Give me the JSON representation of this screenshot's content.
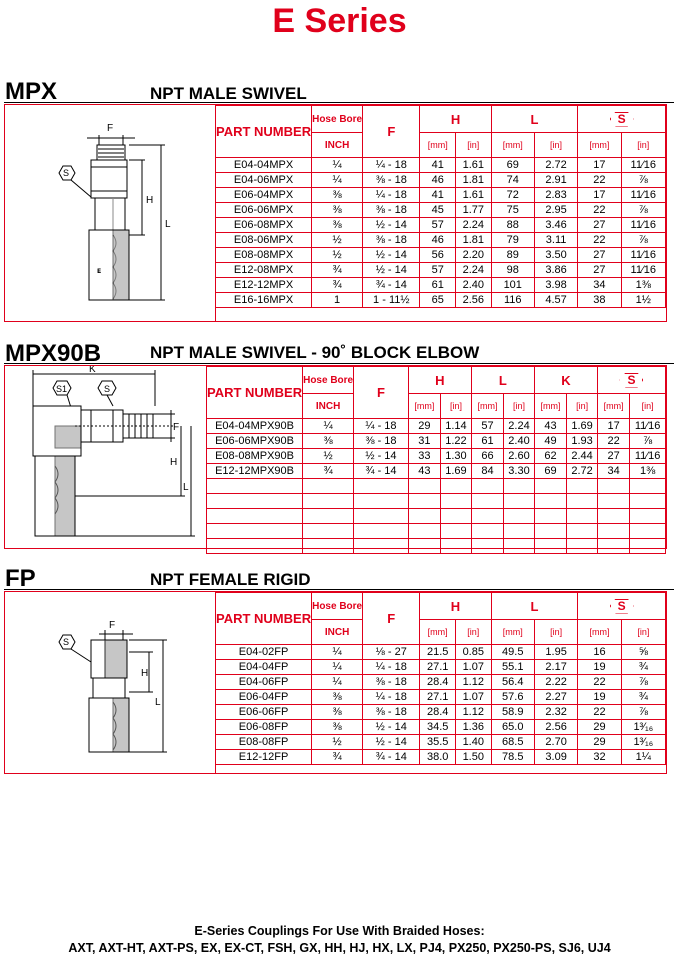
{
  "title": "E Series",
  "common": {
    "part_number": "PART NUMBER",
    "hose_bore": "Hose Bore",
    "inch": "INCH",
    "F": "F",
    "H": "H",
    "L": "L",
    "K": "K",
    "S": "S",
    "mm": "[mm]",
    "in": "[in]"
  },
  "mpx": {
    "code": "MPX",
    "desc": "NPT MALE SWIVEL",
    "rows": [
      [
        "E04-04MPX",
        "¼",
        "¼ - 18",
        "41",
        "1.61",
        "69",
        "2.72",
        "17",
        "11⁄16"
      ],
      [
        "E04-06MPX",
        "¼",
        "⅜ - 18",
        "46",
        "1.81",
        "74",
        "2.91",
        "22",
        "⅞"
      ],
      [
        "E06-04MPX",
        "⅜",
        "¼ - 18",
        "41",
        "1.61",
        "72",
        "2.83",
        "17",
        "11⁄16"
      ],
      [
        "E06-06MPX",
        "⅜",
        "⅜ - 18",
        "45",
        "1.77",
        "75",
        "2.95",
        "22",
        "⅞"
      ],
      [
        "E06-08MPX",
        "⅜",
        "½ - 14",
        "57",
        "2.24",
        "88",
        "3.46",
        "27",
        "11⁄16"
      ],
      [
        "E08-06MPX",
        "½",
        "⅜ - 18",
        "46",
        "1.81",
        "79",
        "3.11",
        "22",
        "⅞"
      ],
      [
        "E08-08MPX",
        "½",
        "½ - 14",
        "56",
        "2.20",
        "89",
        "3.50",
        "27",
        "11⁄16"
      ],
      [
        "E12-08MPX",
        "¾",
        "½ - 14",
        "57",
        "2.24",
        "98",
        "3.86",
        "27",
        "11⁄16"
      ],
      [
        "E12-12MPX",
        "¾",
        "¾ - 14",
        "61",
        "2.40",
        "101",
        "3.98",
        "34",
        "1⅜"
      ],
      [
        "E16-16MPX",
        "1",
        "1 - 11½",
        "65",
        "2.56",
        "116",
        "4.57",
        "38",
        "1½"
      ]
    ]
  },
  "mpx90b": {
    "code": "MPX90B",
    "desc": "NPT MALE SWIVEL - 90˚ BLOCK ELBOW",
    "s1": "S1",
    "rows": [
      [
        "E04-04MPX90B",
        "¼",
        "¼ - 18",
        "29",
        "1.14",
        "57",
        "2.24",
        "43",
        "1.69",
        "17",
        "11⁄16"
      ],
      [
        "E06-06MPX90B",
        "⅜",
        "⅜ - 18",
        "31",
        "1.22",
        "61",
        "2.40",
        "49",
        "1.93",
        "22",
        "⅞"
      ],
      [
        "E08-08MPX90B",
        "½",
        "½ - 14",
        "33",
        "1.30",
        "66",
        "2.60",
        "62",
        "2.44",
        "27",
        "11⁄16"
      ],
      [
        "E12-12MPX90B",
        "¾",
        "¾ - 14",
        "43",
        "1.69",
        "84",
        "3.30",
        "69",
        "2.72",
        "34",
        "1⅜"
      ]
    ],
    "empty_rows": 5
  },
  "fp": {
    "code": "FP",
    "desc": "NPT FEMALE RIGID",
    "rows": [
      [
        "E04-02FP",
        "¼",
        "⅛ - 27",
        "21.5",
        "0.85",
        "49.5",
        "1.95",
        "16",
        "⅝"
      ],
      [
        "E04-04FP",
        "¼",
        "¼ - 18",
        "27.1",
        "1.07",
        "55.1",
        "2.17",
        "19",
        "¾"
      ],
      [
        "E04-06FP",
        "¼",
        "⅜ - 18",
        "28.4",
        "1.12",
        "56.4",
        "2.22",
        "22",
        "⅞"
      ],
      [
        "E06-04FP",
        "⅜",
        "¼ - 18",
        "27.1",
        "1.07",
        "57.6",
        "2.27",
        "19",
        "¾"
      ],
      [
        "E06-06FP",
        "⅜",
        "⅜ - 18",
        "28.4",
        "1.12",
        "58.9",
        "2.32",
        "22",
        "⅞"
      ],
      [
        "E06-08FP",
        "⅜",
        "½ - 14",
        "34.5",
        "1.36",
        "65.0",
        "2.56",
        "29",
        "1³⁄₁₆"
      ],
      [
        "E08-08FP",
        "½",
        "½ - 14",
        "35.5",
        "1.40",
        "68.5",
        "2.70",
        "29",
        "1³⁄₁₆"
      ],
      [
        "E12-12FP",
        "¾",
        "¾ - 14",
        "38.0",
        "1.50",
        "78.5",
        "3.09",
        "32",
        "1¼"
      ]
    ]
  },
  "footer": {
    "line1": "E-Series Couplings For Use With Braided Hoses:",
    "line2": "AXT, AXT-HT, AXT-PS, EX, EX-CT, FSH, GX, HH, HJ, HX, LX, PJ4, PX250, PX250-PS, SJ6, UJ4"
  }
}
